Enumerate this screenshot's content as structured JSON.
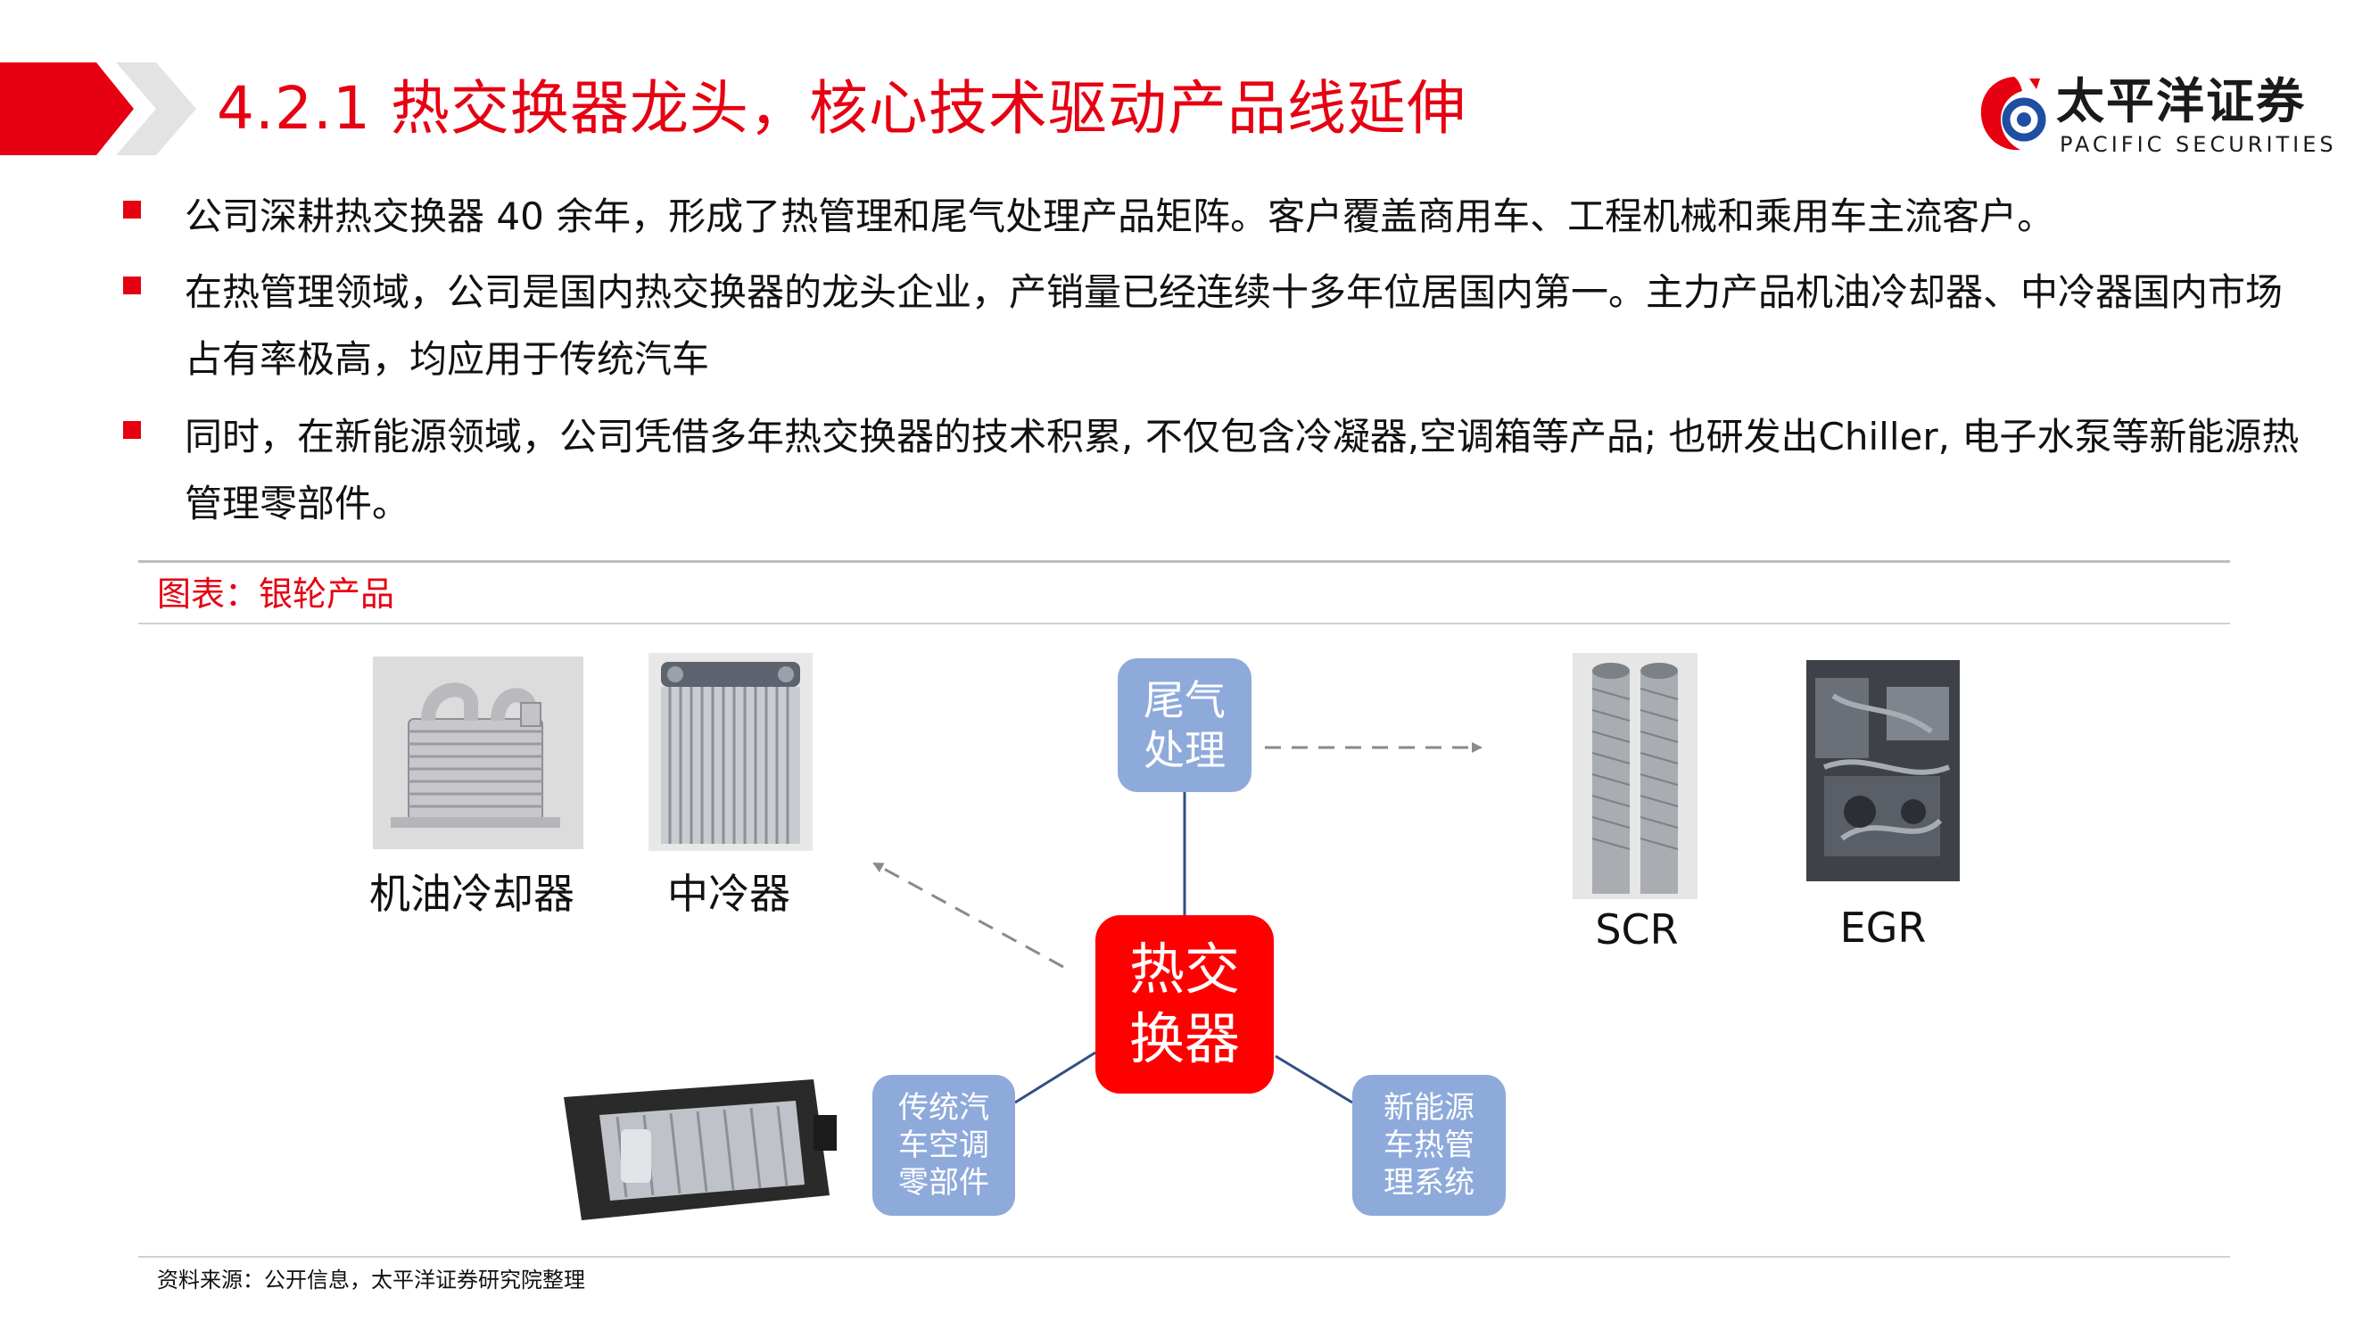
{
  "header": {
    "title": "4.2.1 热交换器龙头，核心技术驱动产品线延伸",
    "accent_color": "#e60012"
  },
  "logo": {
    "name_cn": "太平洋证券",
    "name_en": "PACIFIC SECURITIES",
    "icon": "pacific-securities-logo-icon"
  },
  "bullets": [
    "公司深耕热交换器 40 余年，形成了热管理和尾气处理产品矩阵。客户覆盖商用车、工程机械和乘用车主流客户。",
    "在热管理领域，公司是国内热交换器的龙头企业，产销量已经连续十多年位居国内第一。主力产品机油冷却器、中冷器国内市场占有率极高，均应用于传统汽车",
    "同时，在新能源领域，公司凭借多年热交换器的技术积累, 不仅包含冷凝器,空调箱等产品; 也研发出Chiller, 电子水泵等新能源热管理零部件。"
  ],
  "figure": {
    "caption": "图表：银轮产品",
    "products": {
      "oil_cooler": "机油冷却器",
      "intercooler": "中冷器",
      "scr": "SCR",
      "egr": "EGR"
    },
    "nodes": {
      "center": "热交换器",
      "exhaust": "尾气处理",
      "traditional": "传统汽车空调零部件",
      "new_energy": "新能源车热管理系统"
    },
    "node_colors": {
      "center": "#ff0000",
      "branch": "#8eaadb"
    }
  },
  "source": "资料来源：公开信息，太平洋证券研究院整理"
}
